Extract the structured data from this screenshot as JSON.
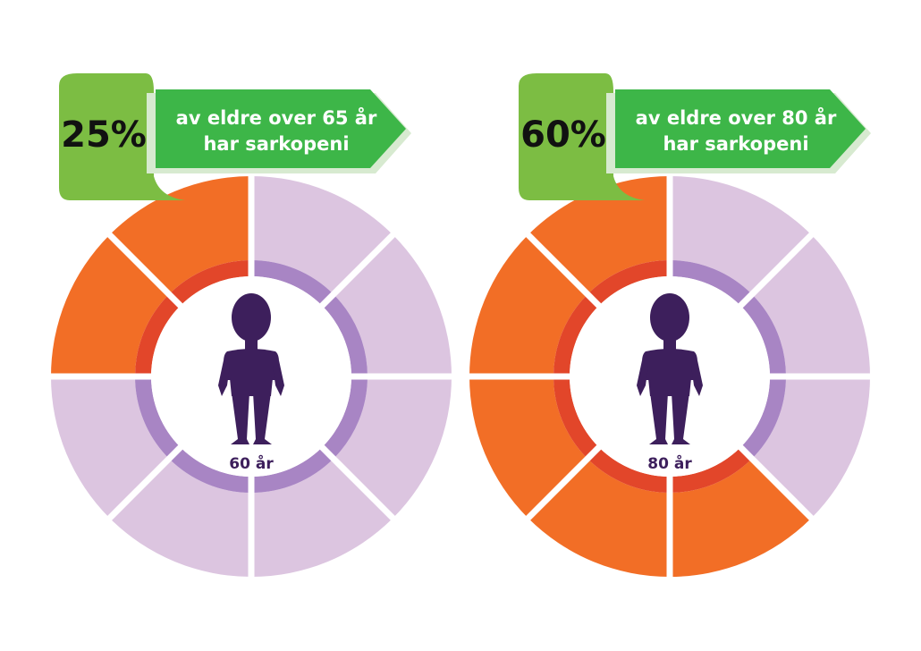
{
  "colors": {
    "affected": "#f26e26",
    "affected_inner": "#e2462a",
    "unaffected": "#dcc5e0",
    "unaffected_inner": "#a885c4",
    "figure": "#3d1f5c",
    "tag_green": "#7cbd43",
    "banner_green": "#3db648",
    "percent_text": "#111111",
    "banner_text": "#ffffff"
  },
  "chart_data": [
    {
      "type": "pie",
      "segments_total": 8,
      "segments_affected": 2,
      "percent": 25,
      "percent_label": "25%",
      "text_lines": [
        "av eldre over 65 år",
        "har sarkopeni"
      ],
      "age_label": "60 år",
      "figure_icon": "person-silhouette-icon"
    },
    {
      "type": "pie",
      "segments_total": 8,
      "segments_affected": 5,
      "percent": 60,
      "percent_label": "60%",
      "text_lines": [
        "av eldre over 80 år",
        "har sarkopeni"
      ],
      "age_label": "80 år",
      "figure_icon": "person-silhouette-icon"
    }
  ]
}
